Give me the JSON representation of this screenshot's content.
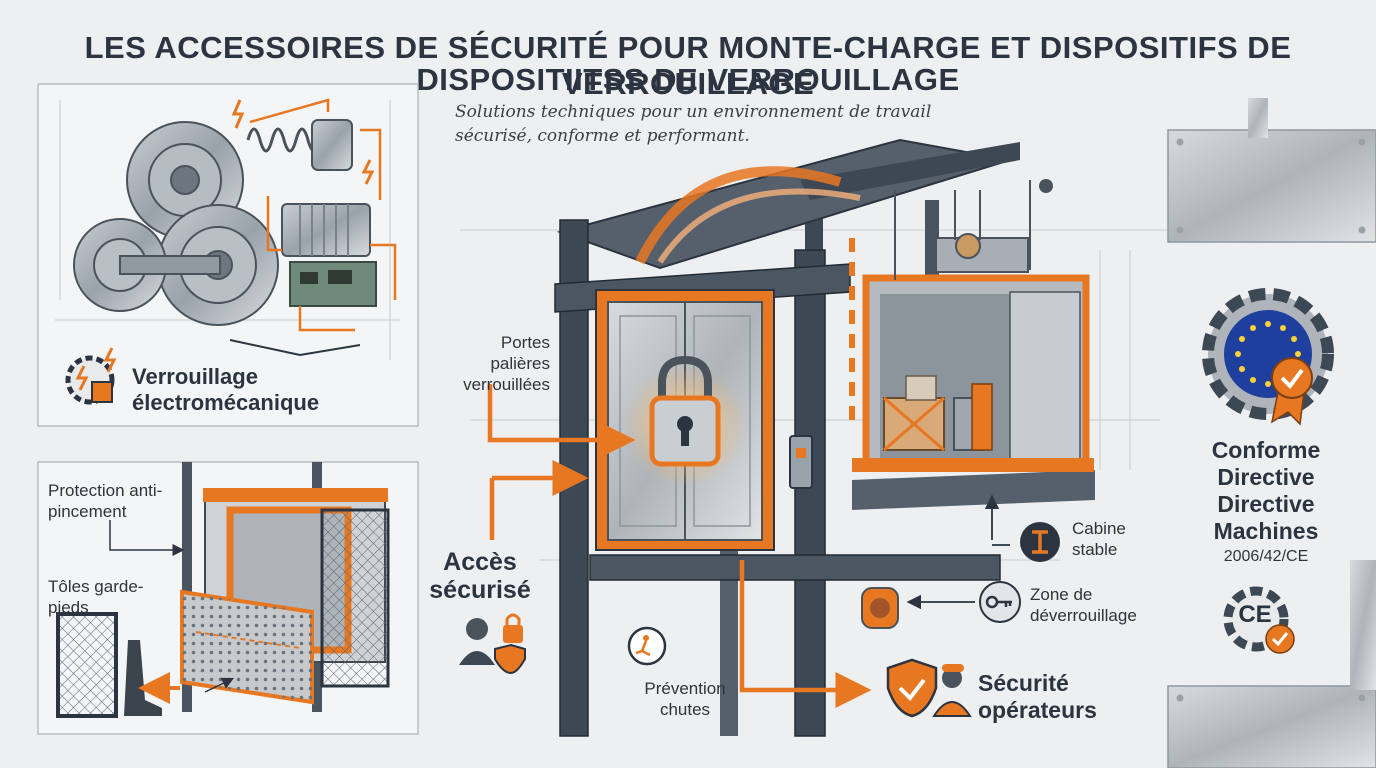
{
  "title": {
    "line1": "LES ACCESSOIRES DE SÉCURITÉ POUR MONTE-CHARGE ET DISPOSITIFS DE VERROUILLAGE",
    "line2": "DISPOSITIITSS DE VERROUILLAGE"
  },
  "subtitle": "Solutions techniques pour un environnement de travail sécurisé, conforme et performant.",
  "panels": {
    "electro": {
      "label": "Verrouillage électromécanique",
      "icon": "gear-lightning-chip-icon"
    },
    "protection": {
      "label": "Protection anti-pincement"
    },
    "toles": {
      "label": "Tôles garde-pieds"
    }
  },
  "callouts": {
    "portes": "Portes palières verrouillées",
    "acces": "Accès sécurisé",
    "prevention": "Prévention chutes",
    "cabine": "Cabine stable",
    "zone": "Zone de déverrouillage",
    "securite": "Sécurité opérateurs"
  },
  "compliance": {
    "line1": "Conforme",
    "line2": "Directive",
    "line3": "Directive",
    "line4": "Machines",
    "code": "2006/42/CE",
    "mark": "CE"
  },
  "colors": {
    "accent": "#e87722",
    "steel": "#3d4855",
    "bg": "#eeeff0"
  }
}
